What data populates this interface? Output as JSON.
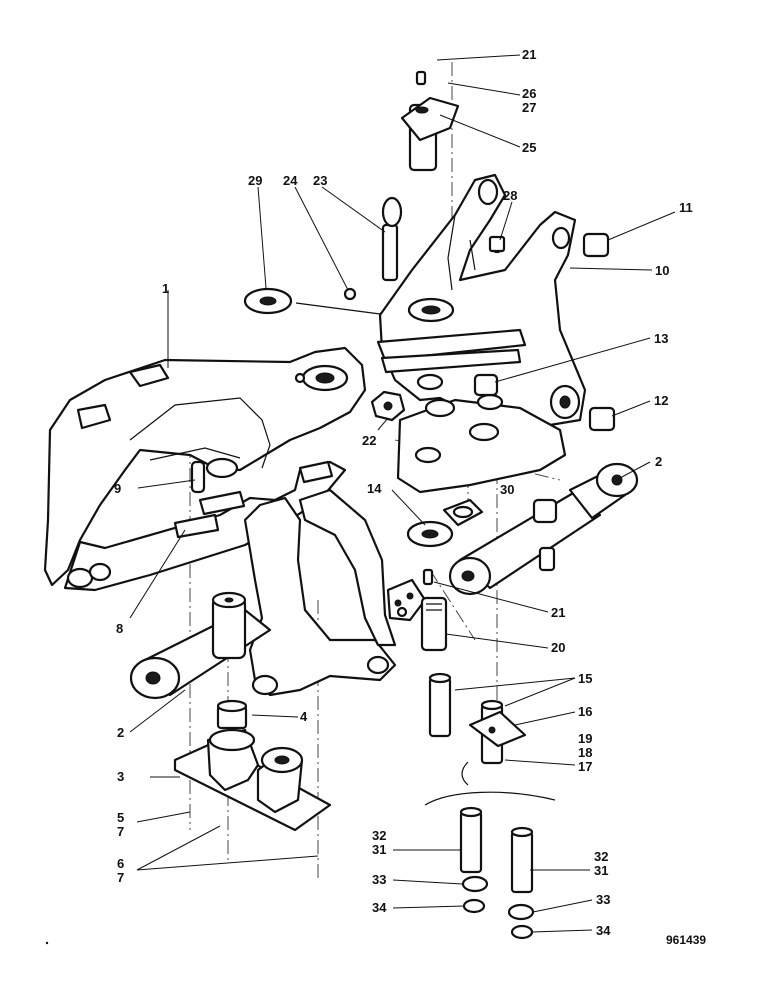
{
  "diagram": {
    "reference_number": "961439",
    "callouts": {
      "c1": "1",
      "c2a": "2",
      "c2b": "2",
      "c3": "3",
      "c4": "4",
      "c5": "5",
      "c6": "6",
      "c7a": "7",
      "c7b": "7",
      "c8": "8",
      "c9": "9",
      "c10": "10",
      "c11": "11",
      "c12": "12",
      "c13": "13",
      "c14": "14",
      "c15": "15",
      "c16": "16",
      "c17": "17",
      "c18": "18",
      "c19": "19",
      "c20": "20",
      "c21a": "21",
      "c21b": "21",
      "c22": "22",
      "c23": "23",
      "c24": "24",
      "c25": "25",
      "c26": "26",
      "c27": "27",
      "c28": "28",
      "c29": "29",
      "c30": "30",
      "c31a": "31",
      "c31b": "31",
      "c32a": "32",
      "c32b": "32",
      "c33a": "33",
      "c33b": "33",
      "c34a": "34",
      "c34b": "34"
    }
  }
}
